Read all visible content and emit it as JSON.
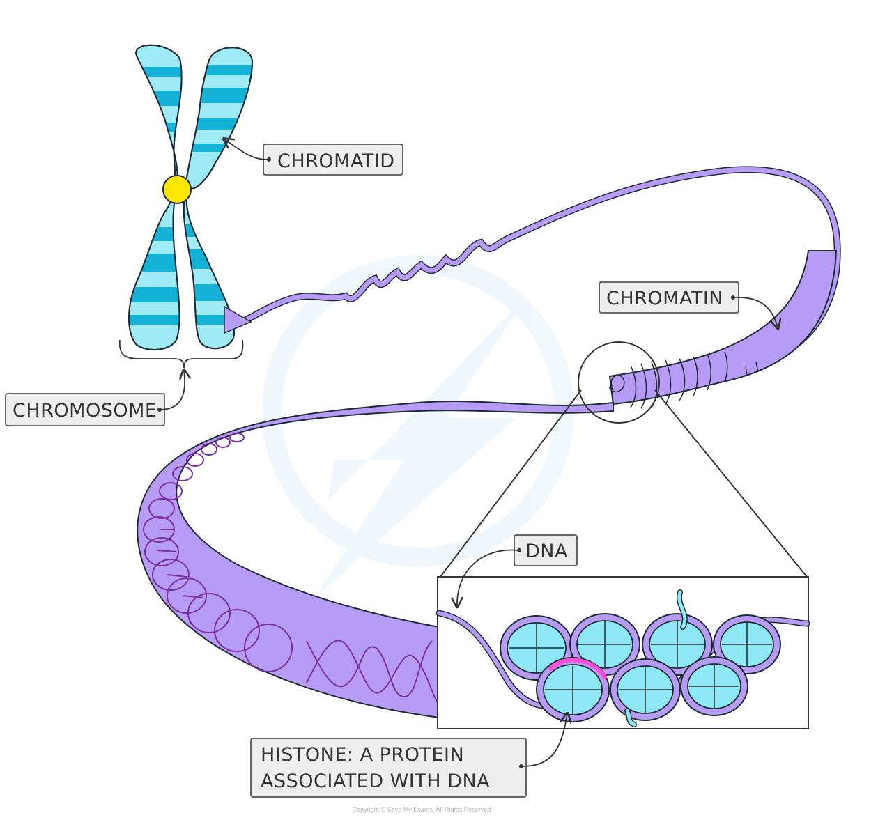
{
  "labels": {
    "chromatid": "CHROMATID",
    "chromatin": "CHROMATIN",
    "chromosome": "CHROMOSOME",
    "dna": "DNA",
    "histone_line1": "HISTONE: A PROTEIN",
    "histone_line2": "ASSOCIATED WITH DNA"
  },
  "footer": {
    "copyright": "Copyright © Save My Exams. All Rights Reserved"
  },
  "colors": {
    "chromatid_light": "#9eeaf7",
    "chromatid_band": "#13b2d6",
    "centromere": "#ffe600",
    "chromatin_fill": "#b69cf6",
    "chromatin_dark": "#7b2fa2",
    "histone_fill": "#8fe8f5",
    "highlight": "#ff4fd8",
    "label_box": "#eeeeee"
  }
}
